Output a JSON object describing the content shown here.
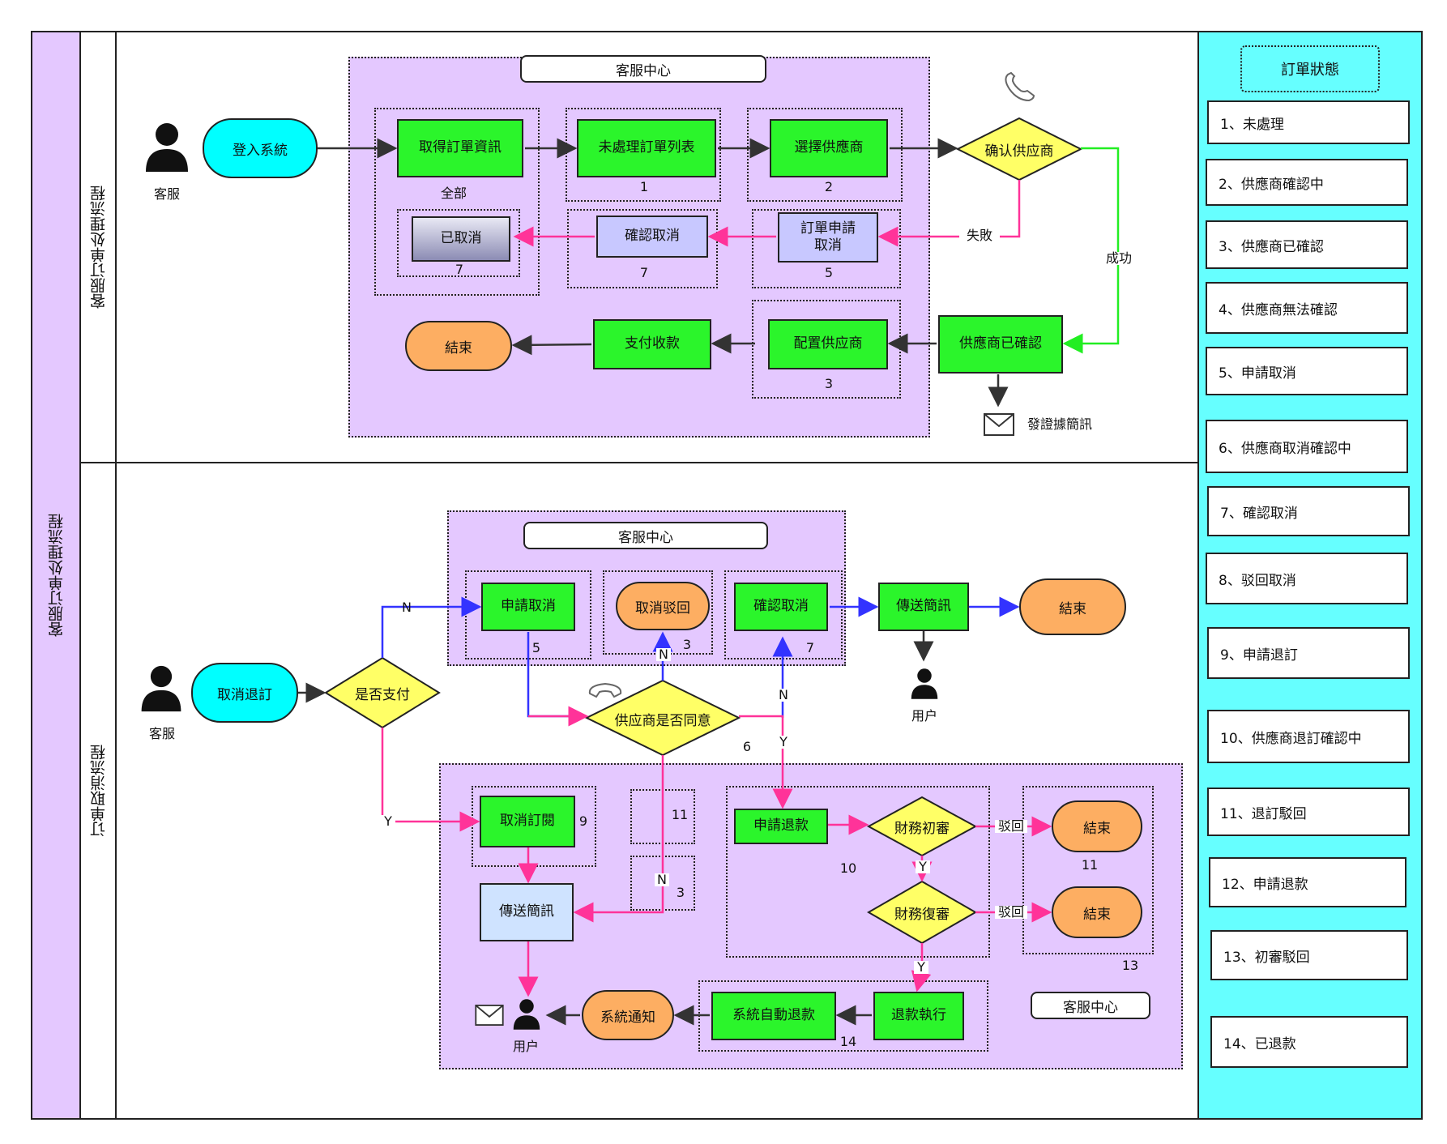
{
  "lanes": {
    "outer": "客服订单处理流程",
    "top": "客服订单处理流程",
    "bottom": "订单取消流程"
  },
  "top": {
    "region_title": "客服中心",
    "actor": "客服",
    "login": "登入系統",
    "get_order": "取得訂單資訊",
    "group_all": "全部",
    "unprocessed": "未處理訂單列表",
    "num_1": "1",
    "select_supplier": "選擇供應商",
    "num_2": "2",
    "confirm_supplier": "确认供应商",
    "cancelled": "已取消",
    "num_7a": "7",
    "confirm_cancel": "確認取消",
    "num_7b": "7",
    "order_cancel_req": "訂單申請取消",
    "num_5": "5",
    "fail": "失敗",
    "success": "成功",
    "end": "結束",
    "payment": "支付收款",
    "assign_supplier": "配置供应商",
    "num_3": "3",
    "supplier_confirmed": "供應商已確認",
    "send_sms": "發證據簡訊"
  },
  "bottom": {
    "region_title": "客服中心",
    "actor": "客服",
    "cancel_refund": "取消退訂",
    "is_paid": "是否支付",
    "n1": "N",
    "y1": "Y",
    "apply_cancel": "申請取消",
    "num_5": "5",
    "cancel_reject": "取消驳回",
    "num_3a": "3",
    "confirm_cancel": "確認取消",
    "num_7": "7",
    "send_msg": "傳送簡訊",
    "end1": "結束",
    "user1": "用户",
    "supplier_agree": "供应商是否同意",
    "num_6": "6",
    "n2": "N",
    "n3": "N",
    "y2": "Y",
    "cancel_sub": "取消訂閱",
    "num_9": "9",
    "num_11a": "11",
    "n4": "N",
    "num_3b": "3",
    "send_msg2": "傳送簡訊",
    "apply_refund": "申請退款",
    "fin_review1": "財務初審",
    "reject1": "驳回",
    "end2": "結束",
    "num_11b": "11",
    "num_10": "10",
    "y3": "Y",
    "fin_review2": "財務復審",
    "reject2": "驳回",
    "end3": "結束",
    "num_13": "13",
    "y4": "Y",
    "service_center2": "客服中心",
    "refund_exec": "退款執行",
    "auto_refund": "系統自動退款",
    "num_14": "14",
    "sys_notify": "系統通知",
    "user2": "用户"
  },
  "status": {
    "title": "訂單狀態",
    "items": [
      "1、未處理",
      "2、供應商確認中",
      "3、供應商已確認",
      "4、供應商無法確認",
      "5、申請取消",
      "6、供應商取消確認中",
      "7、確認取消",
      "8、驳回取消",
      "9、申請退訂",
      "10、供應商退訂確認中",
      "11、退訂駁回",
      "12、申請退款",
      "13、初審駁回",
      "14、已退款"
    ]
  },
  "colors": {
    "green": "#2bf52b",
    "purple_region": "#e4c8ff",
    "cyan": "#00ffff",
    "orange": "#fdae62",
    "yellow_decision": "#ffff66",
    "pink_flow": "#ff3399",
    "blue_flow": "#3333ff",
    "green_flow": "#22ee22",
    "status_panel": "#66ffff"
  },
  "icons": [
    "person-icon",
    "phone-icon",
    "mail-icon"
  ]
}
